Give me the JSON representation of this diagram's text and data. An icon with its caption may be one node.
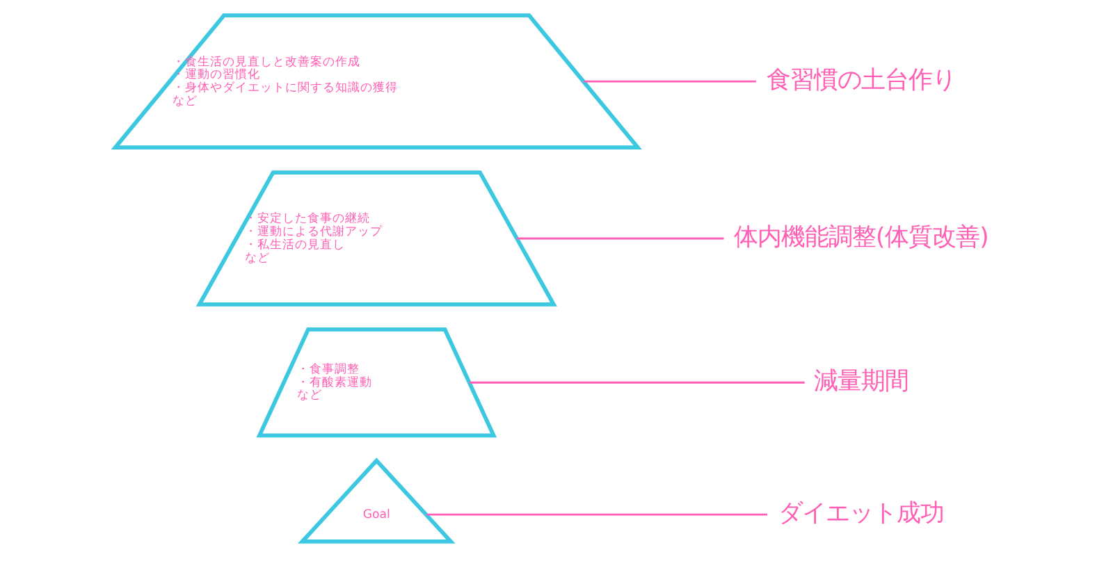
{
  "diagram": {
    "nodes": [
      {
        "text": [
          "Goal"
        ]
      },
      {
        "text": [
          "ダイエット成功"
        ]
      },
      {
        "text": [
          "・食事調整",
          "・有酸素運動",
          "など"
        ]
      },
      {
        "text": [
          "減量期間"
        ]
      },
      {
        "text": [
          "・安定した食事の継続",
          "・運動による代謝アップ",
          "・私生活の見直し",
          "など"
        ]
      },
      {
        "text": [
          "体内機能調整(体質改善)"
        ]
      },
      {
        "text": [
          "・食生活の見直しと改善案の作成",
          "・運動の習慣化",
          "・身体やダイエットに関する知識の獲得",
          "など"
        ]
      },
      {
        "text": [
          "食習慣の土台作り"
        ]
      }
    ],
    "edges": [
      {
        "from": 0,
        "to": 1,
        "arrow": "none"
      },
      {
        "from": 2,
        "to": 3,
        "arrow": "none"
      },
      {
        "from": 4,
        "to": 5,
        "arrow": "none"
      },
      {
        "from": 6,
        "to": 7,
        "arrow": "none"
      }
    ]
  }
}
